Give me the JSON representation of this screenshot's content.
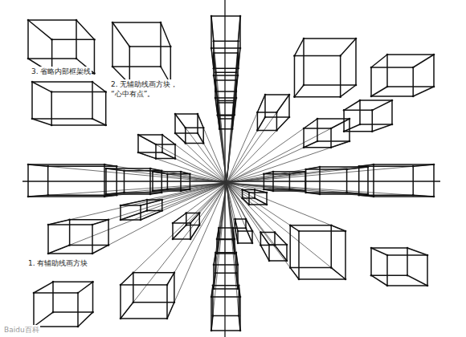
{
  "diagram": {
    "labels": [
      "3. 省略内部框架线",
      "2. 无辅助线画方块， “心中有点”。",
      "1. 有辅助线画方块",
      "Baidu百科"
    ]
  }
}
